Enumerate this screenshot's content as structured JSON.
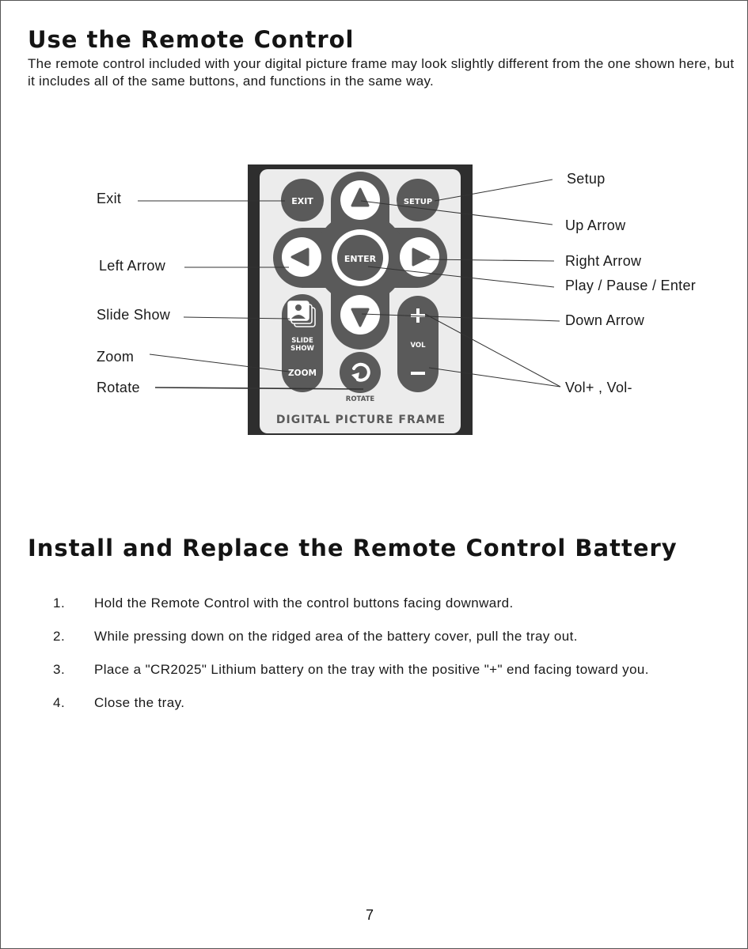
{
  "section1": {
    "title": "Use the Remote Control",
    "intro": "The remote control included with your digital picture frame may look slightly different from the one shown here, but it includes all of the same buttons, and functions in the same way."
  },
  "remote": {
    "buttons": {
      "exit": "EXIT",
      "setup": "SETUP",
      "enter": "ENTER",
      "slideshow_line1": "SLIDE",
      "slideshow_line2": "SHOW",
      "zoom": "ZOOM",
      "vol": "VOL",
      "rotate": "ROTATE"
    },
    "brand": "DIGITAL PICTURE FRAME",
    "callouts": {
      "exit": "Exit",
      "left_arrow": "Left Arrow",
      "slide_show": "Slide Show",
      "zoom": "Zoom",
      "rotate": "Rotate",
      "setup": "Setup",
      "up_arrow": "Up Arrow",
      "right_arrow": "Right Arrow",
      "play_pause_enter": "Play / Pause / Enter",
      "down_arrow": "Down Arrow",
      "vol": "Vol+ , Vol-"
    },
    "icons": [
      "up-arrow-icon",
      "down-arrow-icon",
      "left-arrow-icon",
      "right-arrow-icon",
      "slideshow-photo-icon",
      "rotate-icon",
      "plus-icon",
      "minus-icon"
    ]
  },
  "section2": {
    "title": "Install and Replace the Remote Control Battery",
    "steps": [
      {
        "num": "1.",
        "text": "Hold the Remote Control with the control buttons facing downward."
      },
      {
        "num": "2.",
        "text": "While pressing down on the ridged area of the battery cover, pull the tray out."
      },
      {
        "num": "3.",
        "text": "Place a \"CR2025\" Lithium battery on the tray with the positive \"+\" end facing toward you."
      },
      {
        "num": "4.",
        "text": "Close the tray."
      }
    ]
  },
  "page_number": "7"
}
